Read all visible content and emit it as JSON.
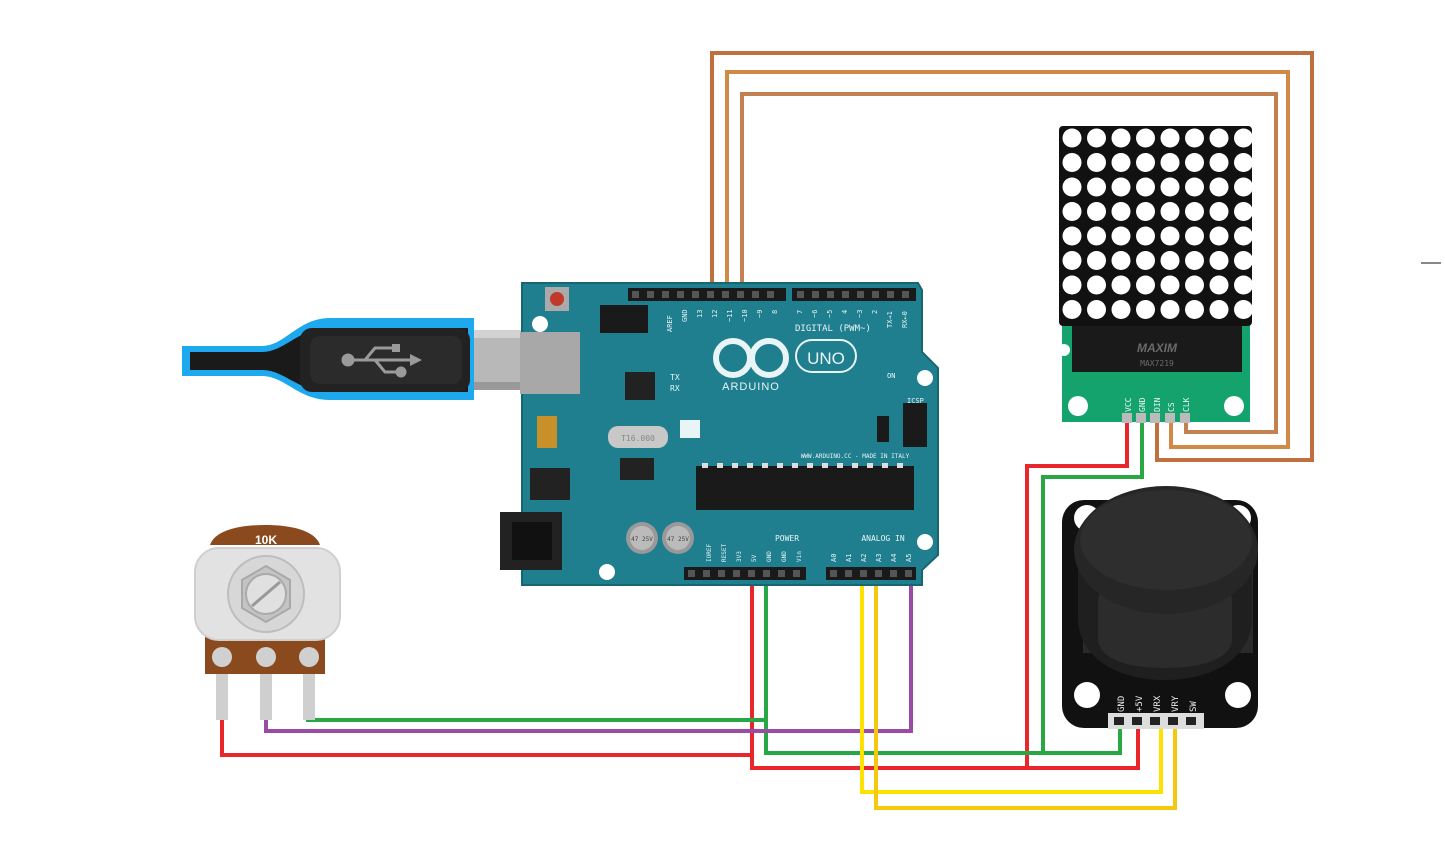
{
  "arduino": {
    "digital_header": "DIGITAL (PWM~)",
    "brand": "ARDUINO",
    "model": "UNO",
    "website": "WWW.ARDUINO.CC - MADE IN ITALY",
    "power_label": "POWER",
    "analog_label": "ANALOG IN",
    "icsp_label": "ICSP",
    "on_label": "ON",
    "tx_label": "TX",
    "rx_label": "RX",
    "crystal_label": "T16.000",
    "reset_label": "RESET",
    "aref_label": "AREF",
    "digital_pins": [
      "AREF",
      "GND",
      "13",
      "12",
      "~11",
      "~10",
      "~9",
      "8",
      "7",
      "~6",
      "~5",
      "4",
      "~3",
      "2",
      "TX→1",
      "RX←0"
    ],
    "power_pins": [
      "IOREF",
      "RESET",
      "3V3",
      "5V",
      "GND",
      "GND",
      "Vin"
    ],
    "analog_pins": [
      "A0",
      "A1",
      "A2",
      "A3",
      "A4",
      "A5"
    ],
    "cap_label": "47 25V"
  },
  "potentiometer": {
    "label": "10K"
  },
  "matrix": {
    "chip_brand": "MAXIM",
    "chip_part": "MAX7219",
    "pins": [
      "VCC",
      "GND",
      "DIN",
      "CS",
      "CLK"
    ],
    "rows": 8,
    "cols": 8
  },
  "joystick": {
    "pins": [
      "GND",
      "+5V",
      "VRX",
      "VRY",
      "SW"
    ]
  },
  "wire_colors": {
    "red": "#e8262b",
    "green": "#27a844",
    "purple": "#9b4aa6",
    "yellow": "#ffe100",
    "gold": "#f5c70e",
    "brown_dark": "#c0703f",
    "brown_mid": "#d08a45",
    "brown_light": "#d2a050",
    "board_teal": "#1f7f8f",
    "usb_blue": "#1ea8ee"
  }
}
